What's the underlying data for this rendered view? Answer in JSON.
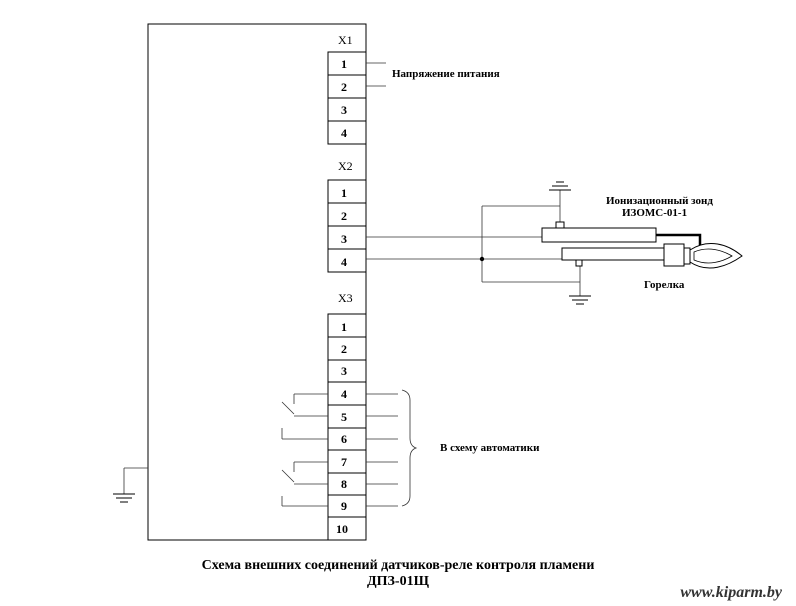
{
  "connectors": {
    "x1": {
      "name": "X1",
      "pins": [
        "1",
        "2",
        "3",
        "4"
      ]
    },
    "x2": {
      "name": "X2",
      "pins": [
        "1",
        "2",
        "3",
        "4"
      ]
    },
    "x3": {
      "name": "X3",
      "pins": [
        "1",
        "2",
        "3",
        "4",
        "5",
        "6",
        "7",
        "8",
        "9",
        "10"
      ]
    }
  },
  "labels": {
    "supply_voltage": "Напряжение питания",
    "probe_line1": "Ионизационный зонд",
    "probe_line2": "ИЗОМС-01-1",
    "burner": "Горелка",
    "automation": "В схему автоматики"
  },
  "title": {
    "line1": "Схема внешних соединений датчиков-реле контроля пламени",
    "line2": "ДПЗ-01Щ"
  },
  "watermark": "www.kiparm.by",
  "colors": {
    "line": "#000000",
    "background": "#ffffff"
  }
}
